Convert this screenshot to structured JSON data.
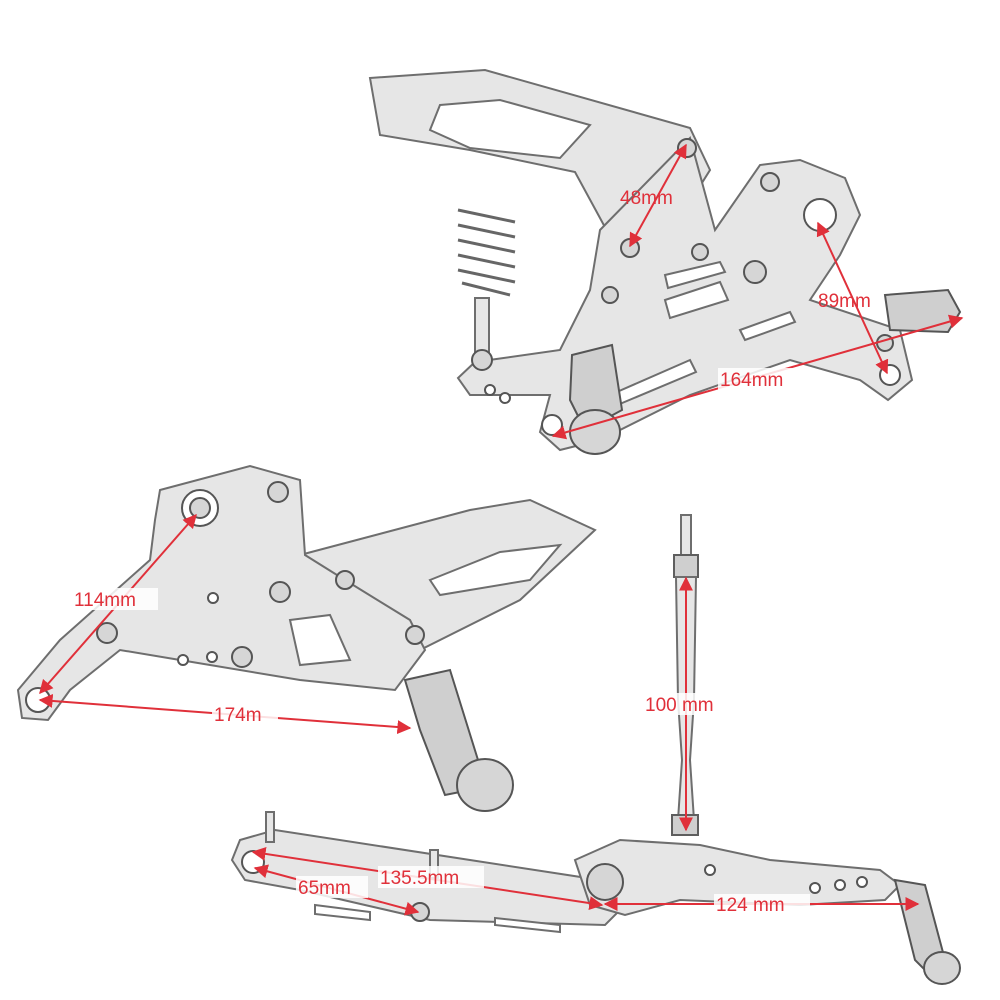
{
  "dimensions": {
    "rearset_right_top": [
      {
        "id": "hole-spacing",
        "label": "48mm"
      },
      {
        "id": "pivot-to-peg",
        "label": "89mm"
      },
      {
        "id": "lower-span",
        "label": "164mm"
      }
    ],
    "rearset_left": [
      {
        "id": "vertical-span",
        "label": "114mm"
      },
      {
        "id": "horizontal-span",
        "label": "174m"
      }
    ],
    "linkage_rod": [
      {
        "id": "rod-length",
        "label": "100 mm"
      }
    ],
    "shift_levers": [
      {
        "id": "arm-long",
        "label": "135.5mm"
      },
      {
        "id": "arm-short",
        "label": "65mm"
      },
      {
        "id": "lever-length",
        "label": "124 mm"
      }
    ]
  },
  "colors": {
    "dimension": "#e0303a",
    "metal": "#e6e6e6",
    "outline": "#6e6e6e"
  }
}
